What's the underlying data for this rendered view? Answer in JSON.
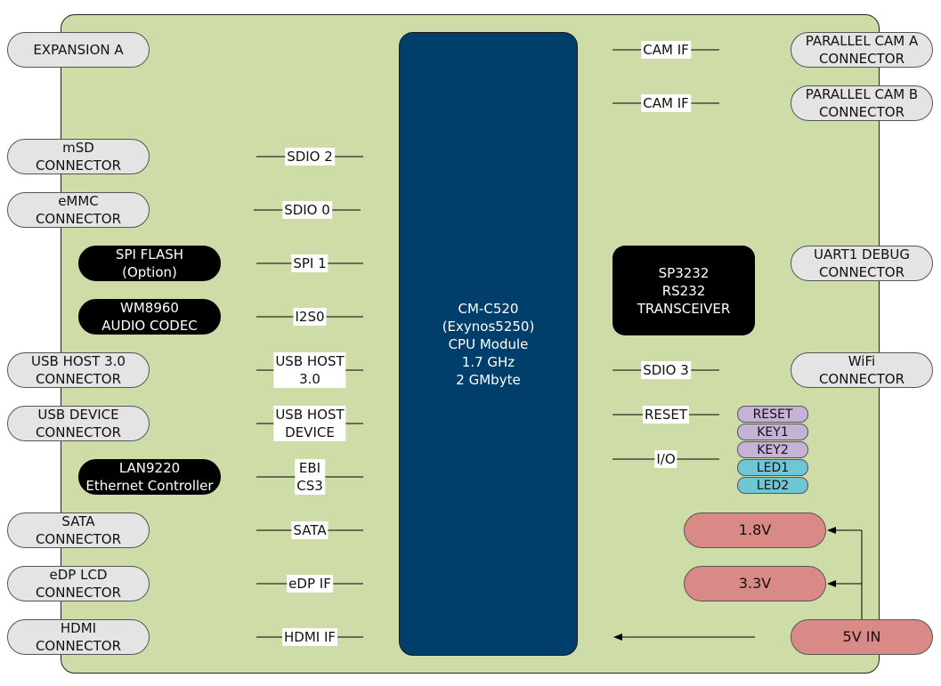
{
  "cpu": {
    "label": "CM-C520\n(Exynos5250)\nCPU Module\n1.7 GHz\n2 GMbyte"
  },
  "transceiver": {
    "label": "SP3232\nRS232\nTRANSCEIVER"
  },
  "left_blocks": [
    {
      "label": "EXPANSION A",
      "style": "gray"
    },
    {
      "label": "mSD\nCONNECTOR",
      "style": "gray"
    },
    {
      "label": "eMMC\nCONNECTOR",
      "style": "gray"
    },
    {
      "label": "SPI FLASH\n(Option)",
      "style": "black"
    },
    {
      "label": "WM8960\nAUDIO CODEC",
      "style": "black"
    },
    {
      "label": "USB HOST 3.0\nCONNECTOR",
      "style": "gray"
    },
    {
      "label": "USB DEVICE\nCONNECTOR",
      "style": "gray"
    },
    {
      "label": "LAN9220\nEthernet Controller",
      "style": "black"
    },
    {
      "label": "SATA\nCONNECTOR",
      "style": "gray"
    },
    {
      "label": "eDP LCD\nCONNECTOR",
      "style": "gray"
    },
    {
      "label": "HDMI\nCONNECTOR",
      "style": "gray"
    }
  ],
  "left_signals": [
    {
      "label": "SDIO 2"
    },
    {
      "label": "SDIO 0"
    },
    {
      "label": "SPI 1"
    },
    {
      "label": "I2S0"
    },
    {
      "label": "USB HOST\n3.0"
    },
    {
      "label": "USB HOST\nDEVICE"
    },
    {
      "label": "EBI\nCS3"
    },
    {
      "label": "SATA"
    },
    {
      "label": "eDP IF"
    },
    {
      "label": "HDMI IF"
    }
  ],
  "right_blocks": [
    {
      "label": "PARALLEL CAM A\nCONNECTOR"
    },
    {
      "label": "PARALLEL CAM B\nCONNECTOR"
    },
    {
      "label": "UART1 DEBUG\nCONNECTOR"
    },
    {
      "label": "WiFi\nCONNECTOR"
    }
  ],
  "right_signals": [
    {
      "label": "CAM IF"
    },
    {
      "label": "CAM IF"
    },
    {
      "label": "SDIO 3"
    },
    {
      "label": "RESET"
    },
    {
      "label": "I/O"
    }
  ],
  "io_items": [
    {
      "label": "RESET",
      "color": "#c6b2d7"
    },
    {
      "label": "KEY1",
      "color": "#c6b2d7"
    },
    {
      "label": "KEY2",
      "color": "#c6b2d7"
    },
    {
      "label": "LED1",
      "color": "#6fc6d4"
    },
    {
      "label": "LED2",
      "color": "#6fc6d4"
    }
  ],
  "power": [
    {
      "label": "1.8V"
    },
    {
      "label": "3.3V"
    },
    {
      "label": "5V IN"
    }
  ],
  "colors": {
    "board": "#cedda8",
    "cpu": "#003f6b",
    "power": "#d98a86",
    "gray_block": "#e4e4e4",
    "button": "#c6b2d7",
    "led": "#6fc6d4"
  }
}
